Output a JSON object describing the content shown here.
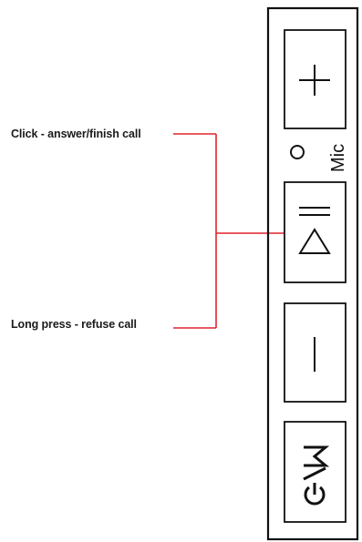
{
  "callouts": {
    "click_label": "Click - answer/finish call",
    "long_press_label": "Long press - refuse call"
  },
  "device": {
    "mic_label": "Mic",
    "buttons": [
      {
        "name": "volume-up-button",
        "icon": "plus-icon"
      },
      {
        "name": "call-button",
        "icon": "call-answer-icon"
      },
      {
        "name": "volume-down-button",
        "icon": "minus-icon"
      },
      {
        "name": "power-mode-button",
        "icon": "power-m-icon",
        "text": "M"
      }
    ]
  },
  "colors": {
    "callout_line": "#e0242f",
    "outline": "#111111",
    "text": "#1a1a1a"
  }
}
